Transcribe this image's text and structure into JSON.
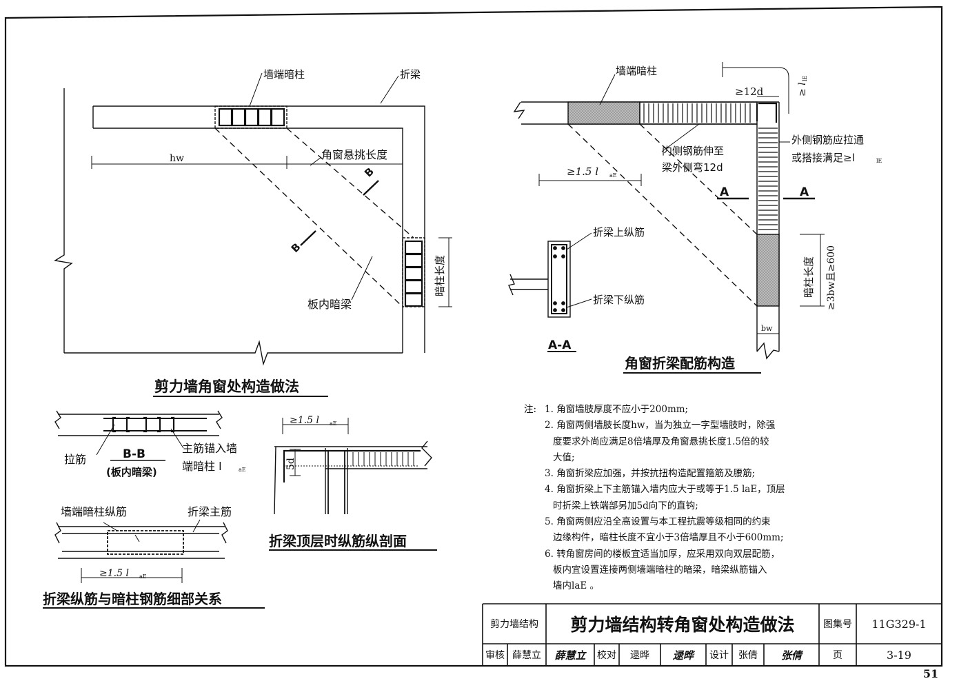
{
  "labels": {
    "wall_end_column_left": "墙端暗柱",
    "fold_beam_left": "折梁",
    "hw": "hw",
    "cantilever": "角窗悬挑长度",
    "section_b": "B",
    "column_length": "暗柱长度",
    "slab_beam": "板内暗梁",
    "main_title_left": "剪力墙角窗处构造做法",
    "wall_end_column_right": "墙端暗柱",
    "ge12d": "≥12d",
    "ge_lle_vertical": "≥ l",
    "ge_lle_vertical_sub": "lE",
    "inner_bar": "内侧钢筋伸至",
    "inner_bar_2": "梁外侧弯12d",
    "outer_bar": "外侧钢筋应拉通",
    "outer_bar_2": "或搭接满足≥l",
    "outer_bar_sub": "lE",
    "ge15lae": "≥1.5 l",
    "lae_sub": "aE",
    "section_a": "A",
    "beam_top_bar": "折梁上纵筋",
    "beam_bottom_bar": "折梁下纵筋",
    "aa_title": "A-A",
    "column_len_right": "暗柱长度",
    "column_req": "≥3bw且≥600",
    "bw": "bw",
    "main_title_right": "角窗折梁配筋构造",
    "tie_bar": "拉筋",
    "bb_title": "B-B",
    "bb_sub": "(板内暗梁)",
    "main_anchor": "主筋锚入墙",
    "main_anchor_2": "端暗柱 l",
    "ge15lae_top": "≥1.5 l",
    "five_d": "5d",
    "top_floor_title": "折梁顶层时纵筋纵剖面",
    "column_long_bar": "墙端暗柱纵筋",
    "beam_main_bar": "折梁主筋",
    "ge15lae_bottom": "≥1.5 l",
    "detail_title": "折梁纵筋与暗柱钢筋细部关系"
  },
  "notes": {
    "head": "注:",
    "items": [
      {
        "num": "1.",
        "lines": [
          "角窗墙肢厚度不应小于200mm;"
        ]
      },
      {
        "num": "2.",
        "lines": [
          "角窗两侧墙肢长度hw，当为独立一字型墙肢时，除强",
          "度要求外尚应满足8倍墙厚及角窗悬挑长度1.5倍的较",
          "大值;"
        ]
      },
      {
        "num": "3.",
        "lines": [
          "角窗折梁应加强，并按抗扭构造配置箍筋及腰筋;"
        ]
      },
      {
        "num": "4.",
        "lines": [
          "角窗折梁上下主筋锚入墙内应大于或等于1.5 laE，顶层",
          "时折梁上铁端部另加5d向下的直钩;"
        ]
      },
      {
        "num": "5.",
        "lines": [
          "角窗两侧应沿全高设置与本工程抗震等级相同的约束",
          "边缘构件，暗柱长度不宜小于3倍墙厚且不小于600mm;"
        ]
      },
      {
        "num": "6.",
        "lines": [
          "转角窗房间的楼板宜适当加厚，应采用双向双层配筋，",
          "板内宜设置连接两侧墙端暗柱的暗梁，暗梁纵筋锚入",
          "墙内laE 。"
        ]
      }
    ]
  },
  "title_block": {
    "category": "剪力墙结构",
    "title": "剪力墙结构转角窗处构造做法",
    "atlas_label": "图集号",
    "atlas_no": "11G329-1",
    "review_label": "审核",
    "reviewer": "薛慧立",
    "reviewer_sig": "薛慧立",
    "check_label": "校对",
    "checker": "逯晔",
    "checker_sig": "逯晔",
    "design_label": "设计",
    "designer": "张倩",
    "designer_sig": "张倩",
    "page_label": "页",
    "page_no": "3-19"
  },
  "page_number": "51"
}
